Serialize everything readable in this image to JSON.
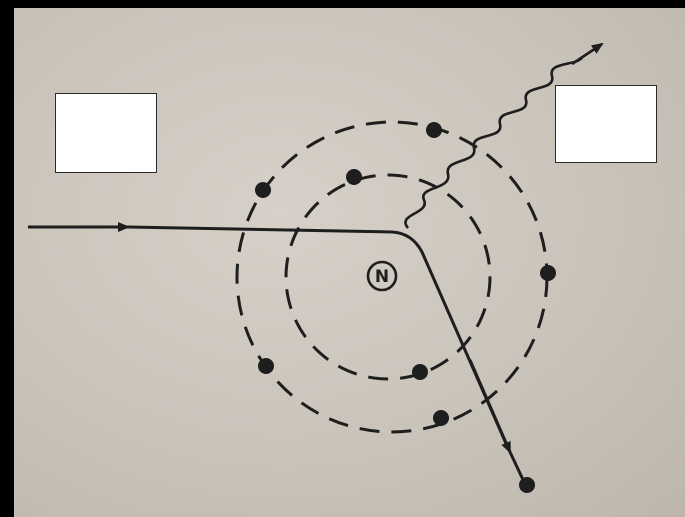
{
  "diagram": {
    "nucleus_label": "N",
    "label_boxes": [
      {
        "id": "left",
        "text": ""
      },
      {
        "id": "right",
        "text": ""
      }
    ],
    "colors": {
      "ink": "#1e1e1e",
      "paper": "#cfc9c0",
      "background": "#000000",
      "box_fill": "#ffffff"
    }
  }
}
